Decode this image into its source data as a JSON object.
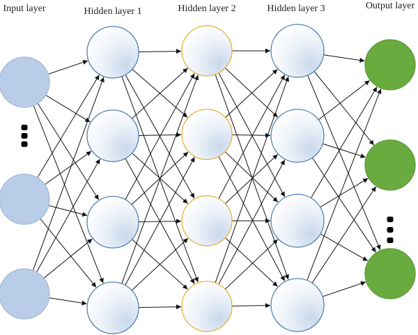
{
  "layers": [
    {
      "id": "input",
      "title": "Input layer",
      "nodes": 3,
      "fill": "#b9cde8",
      "stroke": "#a7bad6",
      "gradient": false,
      "ellipsis_after": 0
    },
    {
      "id": "hidden1",
      "title": "Hidden layer 1",
      "nodes": 4,
      "fill": "#ffffff",
      "stroke": "#4e7fae",
      "gradient": true,
      "ellipsis_after": null
    },
    {
      "id": "hidden2",
      "title": "Hidden layer 2",
      "nodes": 4,
      "fill": "#ffffff",
      "stroke": "#e5b338",
      "gradient": true,
      "ellipsis_after": null
    },
    {
      "id": "hidden3",
      "title": "Hidden layer 3",
      "nodes": 4,
      "fill": "#ffffff",
      "stroke": "#4e7fae",
      "gradient": true,
      "ellipsis_after": null
    },
    {
      "id": "output",
      "title": "Output layer",
      "nodes": 3,
      "fill": "#6aab3f",
      "stroke": "#5f9a3a",
      "gradient": false,
      "ellipsis_after": 1
    }
  ],
  "connections": "fully-connected",
  "edge_color": "#111111",
  "ellipsis_color": "#000000"
}
